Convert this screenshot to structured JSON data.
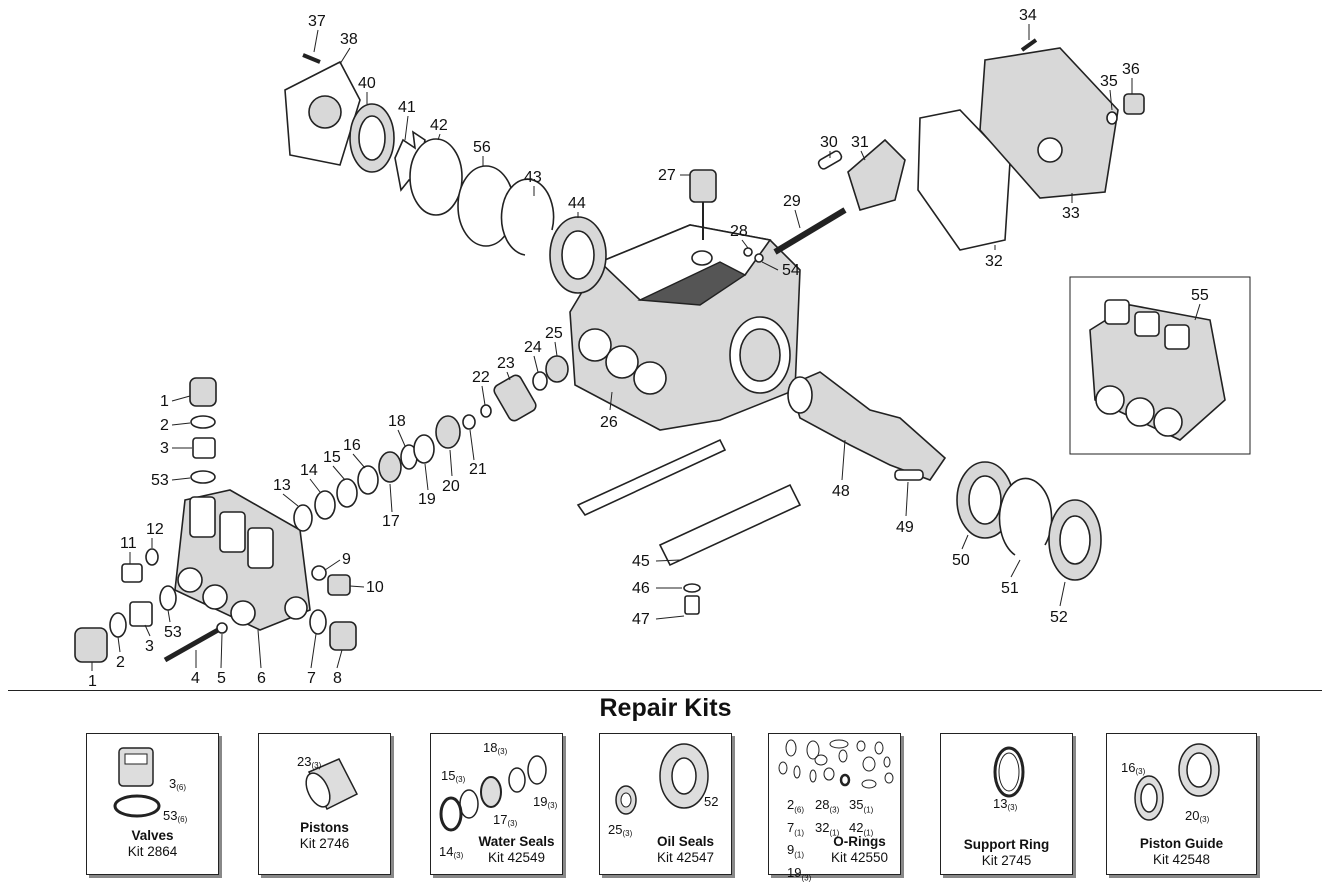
{
  "diagram": {
    "callouts": [
      "1",
      "2",
      "3",
      "53",
      "11",
      "12",
      "13",
      "14",
      "15",
      "16",
      "17",
      "18",
      "19",
      "20",
      "21",
      "22",
      "23",
      "24",
      "25",
      "26",
      "27",
      "28",
      "29",
      "30",
      "31",
      "32",
      "33",
      "34",
      "35",
      "36",
      "37",
      "38",
      "40",
      "41",
      "42",
      "43",
      "44",
      "45",
      "46",
      "47",
      "48",
      "49",
      "50",
      "51",
      "52",
      "54",
      "55",
      "56",
      "4",
      "5",
      "6",
      "7",
      "8",
      "9",
      "10"
    ]
  },
  "repair_kits": {
    "title": "Repair Kits",
    "kits": [
      {
        "name": "Valves",
        "kit": "Kit 2864",
        "parts": [
          {
            "num": "3",
            "qty": "(6)"
          },
          {
            "num": "53",
            "qty": "(6)"
          }
        ]
      },
      {
        "name": "Pistons",
        "kit": "Kit 2746",
        "parts": [
          {
            "num": "23",
            "qty": "(3)"
          }
        ]
      },
      {
        "name": "Water Seals",
        "kit": "Kit 42549",
        "parts": [
          {
            "num": "18",
            "qty": "(3)"
          },
          {
            "num": "15",
            "qty": "(3)"
          },
          {
            "num": "19",
            "qty": "(3)"
          },
          {
            "num": "17",
            "qty": "(3)"
          },
          {
            "num": "14",
            "qty": "(3)"
          }
        ]
      },
      {
        "name": "Oil Seals",
        "kit": "Kit 42547",
        "parts": [
          {
            "num": "52",
            "qty": ""
          },
          {
            "num": "25",
            "qty": "(3)"
          }
        ]
      },
      {
        "name": "O-Rings",
        "kit": "Kit 42550",
        "parts": [
          {
            "num": "2",
            "qty": "(6)"
          },
          {
            "num": "28",
            "qty": "(3)"
          },
          {
            "num": "35",
            "qty": "(1)"
          },
          {
            "num": "7",
            "qty": "(1)"
          },
          {
            "num": "32",
            "qty": "(1)"
          },
          {
            "num": "42",
            "qty": "(1)"
          },
          {
            "num": "9",
            "qty": "(1)"
          },
          {
            "num": "19",
            "qty": "(3)"
          }
        ]
      },
      {
        "name": "Support Ring",
        "kit": "Kit 2745",
        "parts": [
          {
            "num": "13",
            "qty": "(3)"
          }
        ]
      },
      {
        "name": "Piston Guide",
        "kit": "Kit 42548",
        "parts": [
          {
            "num": "16",
            "qty": "(3)"
          },
          {
            "num": "20",
            "qty": "(3)"
          }
        ]
      }
    ]
  }
}
